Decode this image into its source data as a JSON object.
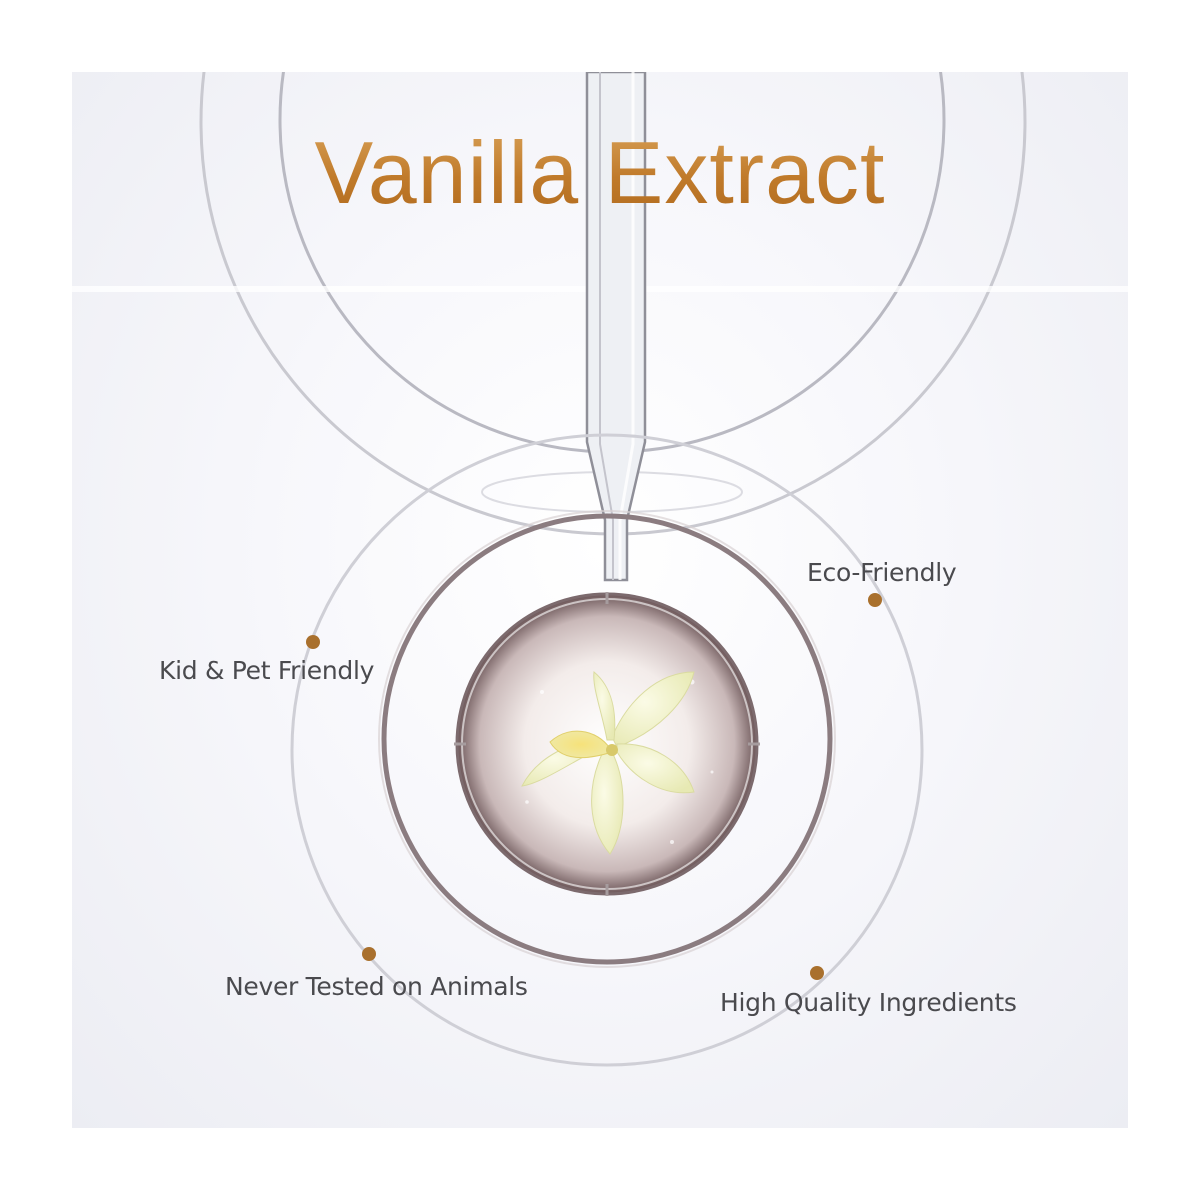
{
  "title": "Vanilla Extract",
  "features": [
    {
      "id": "eco",
      "label": "Eco-Friendly"
    },
    {
      "id": "kid",
      "label": "Kid & Pet Friendly"
    },
    {
      "id": "animals",
      "label": "Never Tested on Animals"
    },
    {
      "id": "quality",
      "label": "High Quality Ingredients"
    }
  ],
  "colors": {
    "accent": "#c8893c",
    "dot": "#a9702d",
    "text": "#4a4a4e"
  }
}
